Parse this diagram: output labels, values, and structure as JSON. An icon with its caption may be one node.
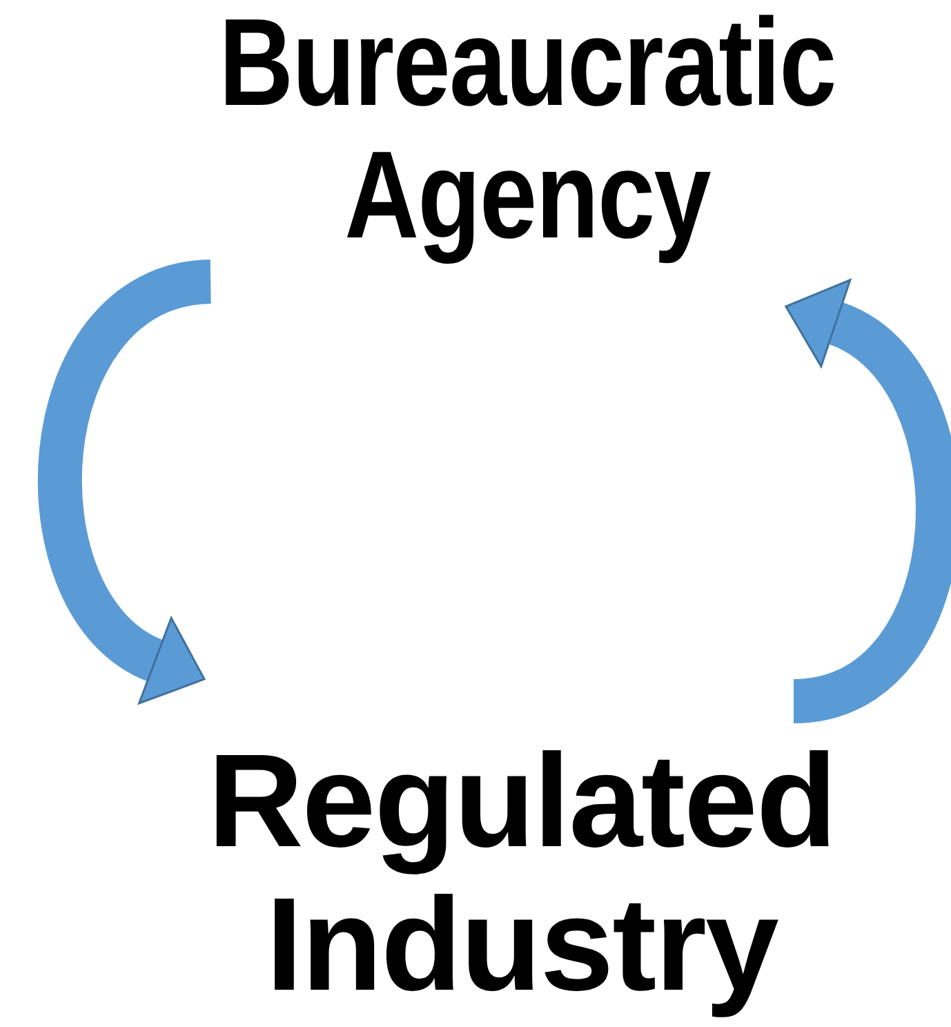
{
  "diagram": {
    "nodes": [
      {
        "text": [
          "Bureaucratic Agency"
        ]
      },
      {
        "text": [
          "Regulated Industry"
        ]
      }
    ],
    "edges": [
      {
        "from": 0,
        "to": 1,
        "arrow": "to"
      },
      {
        "from": 1,
        "to": 0,
        "arrow": "to"
      }
    ]
  }
}
